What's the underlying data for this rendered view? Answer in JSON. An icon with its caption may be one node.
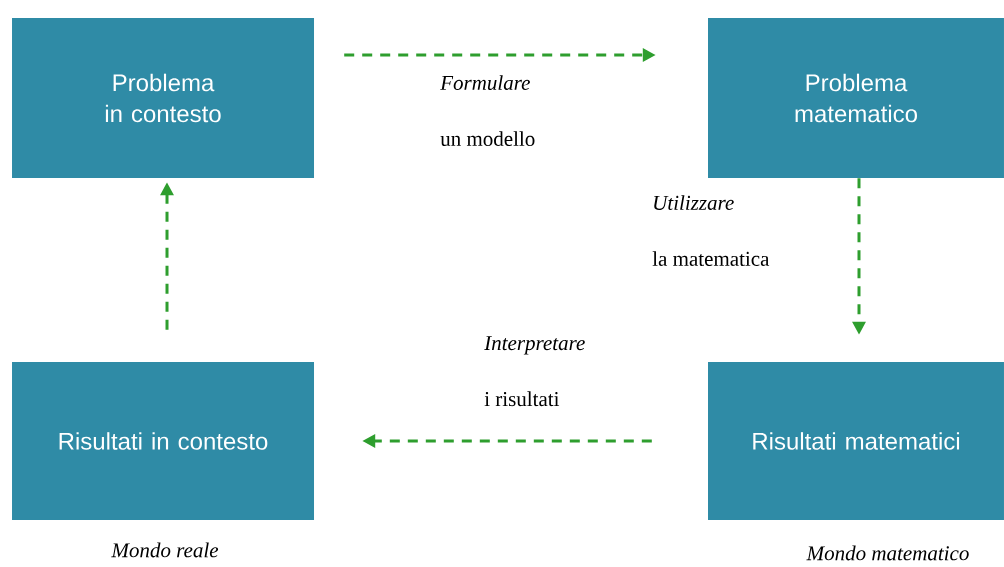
{
  "diagram": {
    "nodes": [
      {
        "text": [
          "Problema in contesto"
        ]
      },
      {
        "text": [
          "Problema matematico"
        ]
      },
      {
        "text": [
          "Risultati in contesto"
        ],
        "beside": [
          "Mondo reale"
        ]
      },
      {
        "text": [
          "Risultati matematici"
        ],
        "beside": [
          "Mondo matematico"
        ]
      }
    ],
    "edges": [
      {
        "from": 0,
        "to": 1,
        "arrow": "to",
        "style": "dashed",
        "label": "*Formulare* un modello"
      },
      {
        "from": 1,
        "to": 3,
        "arrow": "to",
        "style": "dashed",
        "label": "*Utilizzare* la matematica"
      },
      {
        "from": 3,
        "to": 2,
        "arrow": "to",
        "style": "dashed",
        "label": "*Interpretare* i risultati"
      },
      {
        "from": 2,
        "to": 0,
        "arrow": "to",
        "style": "dashed"
      }
    ]
  }
}
